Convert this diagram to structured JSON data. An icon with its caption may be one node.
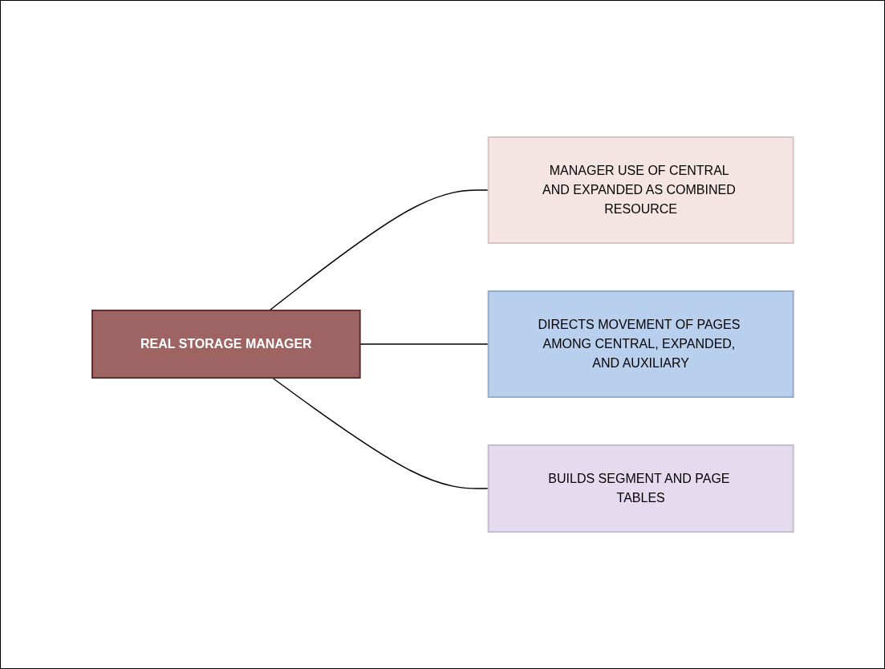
{
  "diagram": {
    "nodes": [
      {
        "text": [
          "REAL STORAGE MANAGER"
        ]
      },
      {
        "text": [
          "MANAGER USE OF CENTRAL AND EXPANDED AS COMBINED RESOURCE"
        ]
      },
      {
        "text": [
          "DIRECTS MOVEMENT OF PAGES AMONG CENTRAL, EXPANDED, AND AUXILIARY"
        ]
      },
      {
        "text": [
          "BUILDS SEGMENT AND PAGE TABLES"
        ]
      }
    ],
    "edges": [
      {
        "from": 0,
        "to": 1,
        "arrow": "none"
      },
      {
        "from": 0,
        "to": 2,
        "arrow": "none"
      },
      {
        "from": 0,
        "to": 3,
        "arrow": "none"
      }
    ]
  }
}
